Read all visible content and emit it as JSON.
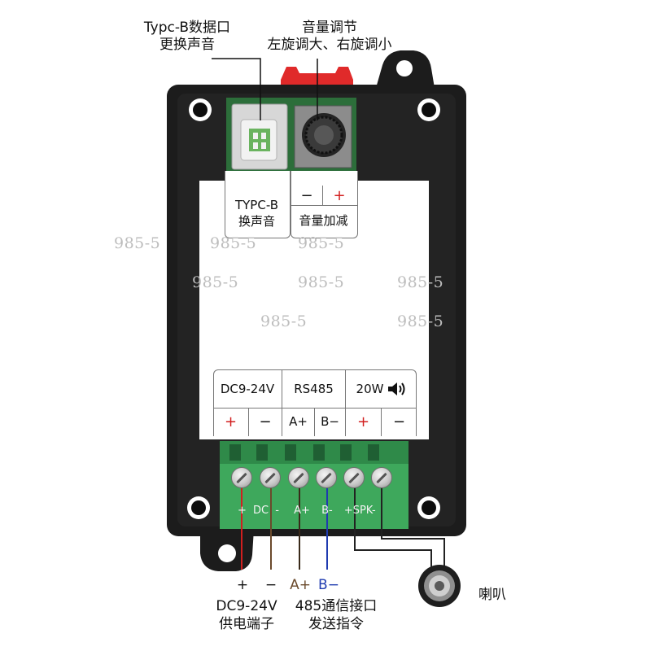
{
  "callouts": {
    "usb_line1": "Typc-B数据口",
    "usb_line2": "更换声音",
    "vol_line1": "音量调节",
    "vol_line2": "左旋调大、右旋调小"
  },
  "panel_top": {
    "typec_line1": "TYPC-B",
    "typec_line2": "换声音",
    "vol_minus": "−",
    "vol_plus": "+",
    "vol_label": "音量加减"
  },
  "panel_bottom": {
    "headers": [
      "DC9-24V",
      "RS485",
      "20W"
    ],
    "signs": [
      "+",
      "−",
      "A+",
      "B−",
      "+",
      "−"
    ]
  },
  "terminal_labels": {
    "plus1": "+",
    "dc": "DC",
    "minus1": "-",
    "a_plus": "A+",
    "b_minus": "B-",
    "plus_spk": "+",
    "spk": "SPK",
    "minus_spk": "-"
  },
  "wiring": {
    "red_sign": "+",
    "black_sign": "−",
    "a_sign": "A+",
    "b_sign": "B−",
    "power_line1": "DC9-24V",
    "power_line2": "供电端子",
    "rs485_line1": "485通信接口",
    "rs485_line2": "发送指令",
    "speaker": "喇叭"
  },
  "watermark": "985-5",
  "colors": {
    "case": "#1c1c1c",
    "terminal_green": "#3ea85c",
    "accent_red": "#d21f1f",
    "wire_blue": "#1f3bb0",
    "wire_brown": "#6b4a2c",
    "clip_red": "#e02a2a"
  }
}
